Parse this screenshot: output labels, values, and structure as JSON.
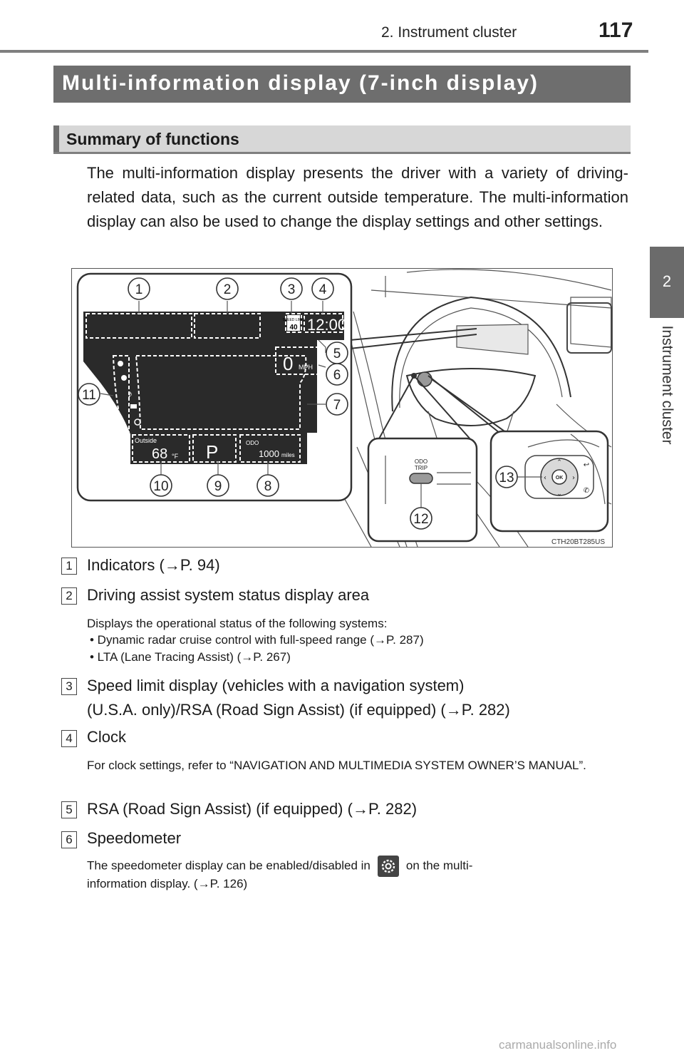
{
  "header": {
    "section": "2. Instrument cluster",
    "page_number": "117"
  },
  "side_tab": {
    "number": "2",
    "label": "Instrument cluster"
  },
  "section_title": "Multi-information display (7-inch display)",
  "subsection_title": "Summary of functions",
  "intro": "The multi-information display presents the driver with a variety of driving-related data, such as the current outside temperature. The multi-information display can also be used to change the display settings and other settings.",
  "figure": {
    "code": "CTH20BT285US",
    "callouts": [
      "1",
      "2",
      "3",
      "4",
      "5",
      "6",
      "7",
      "8",
      "9",
      "10",
      "11",
      "12",
      "13"
    ],
    "display": {
      "clock": "12:00",
      "speed_limit_top": "SPEED LIMIT",
      "speed_limit_value": "40",
      "speed": "0",
      "speed_unit": "MPH",
      "outside_label": "Outside",
      "temperature": "68",
      "temp_unit": "°F",
      "gear": "P",
      "odo_label": "ODO",
      "odo_value": "1000",
      "odo_unit": "miles"
    },
    "switch_label_top": "ODO",
    "switch_label_bottom": "TRIP",
    "ok_label": "OK"
  },
  "items": [
    {
      "num": "1",
      "title": "Indicators (→P. 94)"
    },
    {
      "num": "2",
      "title": "Driving assist system status display area",
      "desc": "Displays the operational status of the following systems:",
      "bullets": [
        "• Dynamic radar cruise control with full-speed range (→P. 287)",
        "• LTA (Lane Tracing Assist) (→P. 267)"
      ]
    },
    {
      "num": "3",
      "title_line1": "Speed limit display (vehicles with a navigation system)",
      "title_line2": "(U.S.A. only)/RSA (Road Sign Assist) (if equipped) (→P. 282)"
    },
    {
      "num": "4",
      "title": "Clock",
      "desc": "For clock settings, refer to “NAVIGATION AND MULTIMEDIA SYSTEM OWNER’S MANUAL”."
    },
    {
      "num": "5",
      "title": "RSA (Road Sign Assist) (if equipped) (→P. 282)"
    },
    {
      "num": "6",
      "title": "Speedometer",
      "desc_part1": "The speedometer display can be enabled/disabled in",
      "desc_icon": "gear-icon",
      "desc_part2": "on the multi-",
      "desc_line2": "information display. (→P. 126)"
    }
  ],
  "footer": "carmanualsonline.info"
}
